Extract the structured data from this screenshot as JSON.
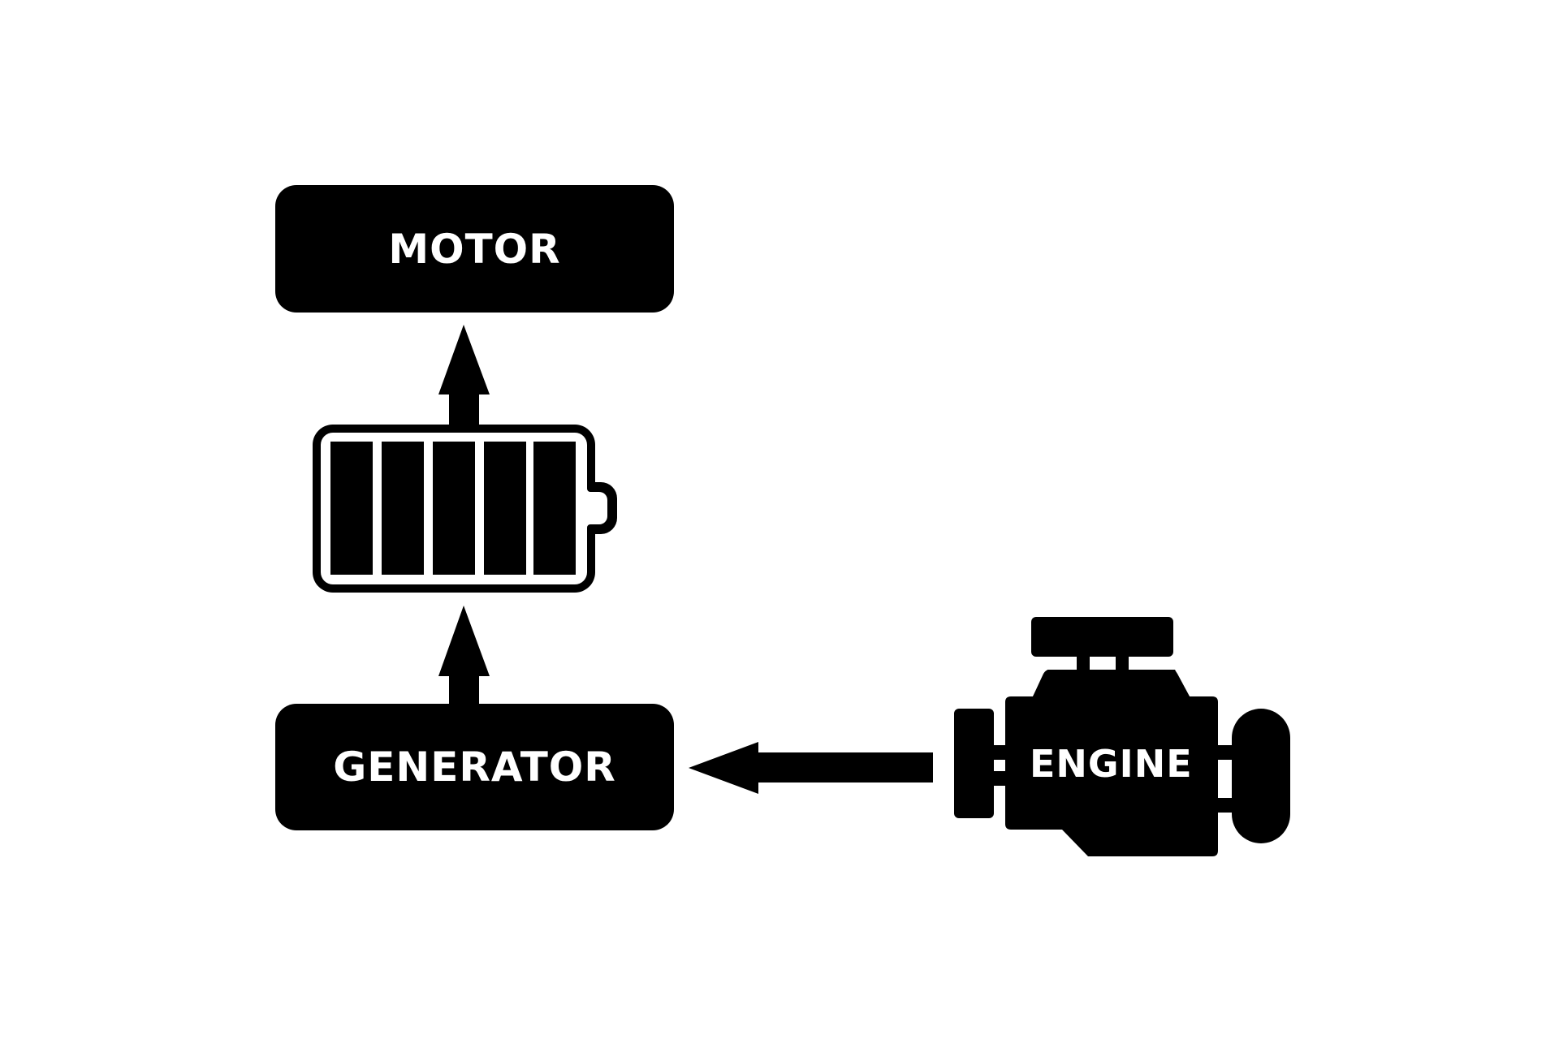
{
  "diagram": {
    "type": "series-hybrid powertrain flow",
    "nodes": {
      "motor": {
        "label": "MOTOR"
      },
      "battery": {
        "label": "",
        "icon": "battery-icon",
        "cells": 5,
        "charge_fraction": 1.0
      },
      "generator": {
        "label": "GENERATOR"
      },
      "engine": {
        "label": "ENGINE",
        "icon": "engine-icon"
      }
    },
    "edges": [
      {
        "from": "engine",
        "to": "generator",
        "direction": "left"
      },
      {
        "from": "generator",
        "to": "battery",
        "direction": "up"
      },
      {
        "from": "battery",
        "to": "motor",
        "direction": "up"
      }
    ],
    "colors": {
      "foreground": "#000000",
      "background": "#ffffff",
      "text_on_shape": "#ffffff"
    }
  }
}
